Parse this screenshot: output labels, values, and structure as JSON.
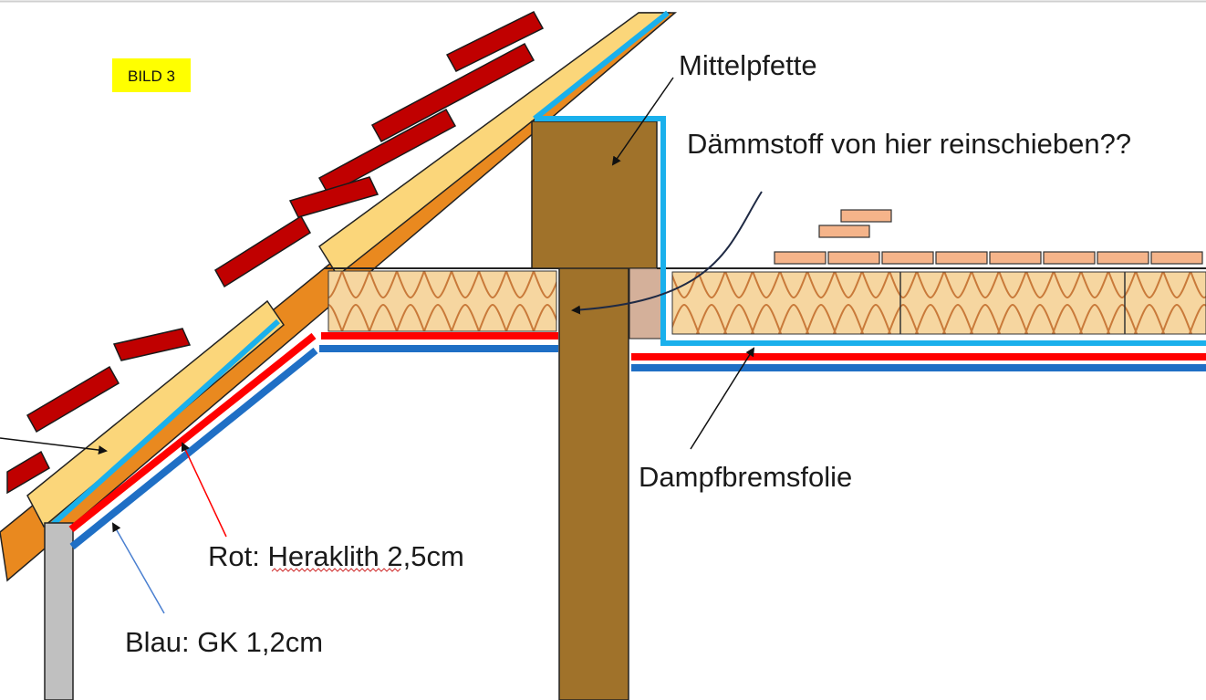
{
  "badge": {
    "text": "BILD 3",
    "color": "#ffff00"
  },
  "labels": {
    "mittelpfette": "Mittelpfette",
    "daemmstoff": "Dämmstoff von hier reinschieben??",
    "dampfbremsfolie": "Dampfbremsfolie",
    "rot": "Rot: Heraklith 2,5cm",
    "blau": "Blau: GK 1,2cm"
  },
  "colors": {
    "roof_tile": "#c00000",
    "rafter": "#e9891f",
    "insulation_board": "#fbd67a",
    "timber": "#a0722a",
    "wall": "#c0c0c0",
    "red_layer": "#ff0000",
    "blue_layer": "#1f6fc5",
    "vapor_barrier": "#1ab0ec",
    "floor_brick": "#f5b48a",
    "insulation_batt": "#f6d6a0"
  }
}
